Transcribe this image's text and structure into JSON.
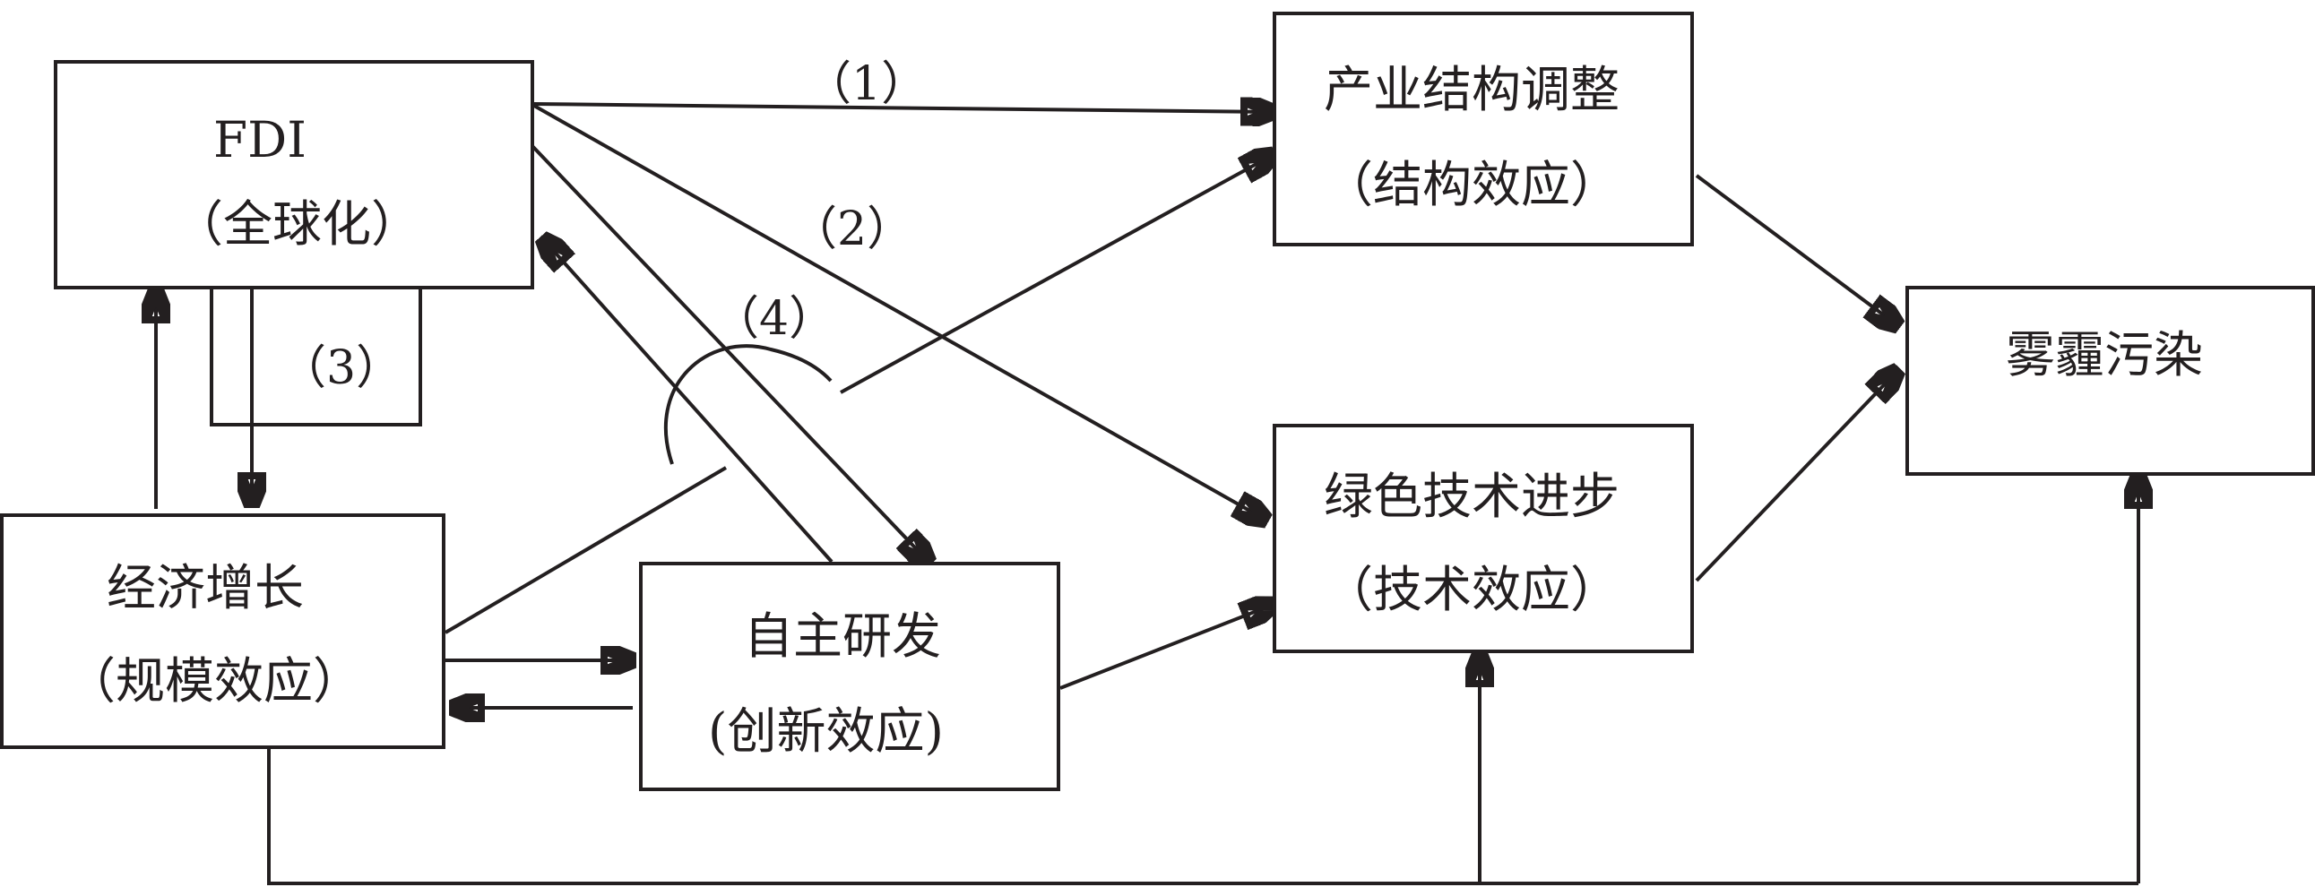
{
  "nodes": {
    "fdi": {
      "title": "FDI",
      "subtitle": "（全球化）"
    },
    "industry": {
      "title": "产业结构调整",
      "subtitle": "（结构效应）"
    },
    "haze": {
      "title": "雾霾污染"
    },
    "green_tech": {
      "title": "绿色技术进步",
      "subtitle": "（技术效应）"
    },
    "growth": {
      "title": "经济增长",
      "subtitle": "（规模效应）"
    },
    "rnd": {
      "title": "自主研发",
      "subtitle": "(创新效应)"
    }
  },
  "path_labels": {
    "p1": "（1）",
    "p2": "（2）",
    "p3": "（3）",
    "p4": "（4）"
  },
  "colors": {
    "ink": "#231f20",
    "background": "#ffffff"
  }
}
